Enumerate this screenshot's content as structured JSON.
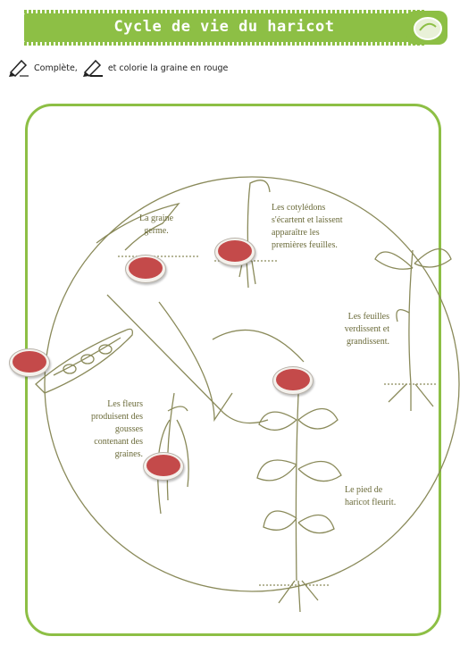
{
  "header": {
    "title": "Cycle de vie du haricot"
  },
  "instruction": {
    "text_1": "Complète,",
    "text_2": "et colorie la graine en rouge"
  },
  "stages": {
    "germination": "La graine germe.",
    "cotyledons": "Les cotylédons s'écartent et laissent apparaître les premières feuilles.",
    "leaves": "Les feuilles verdissent et grandissent.",
    "flowering": "Le pied de haricot fleurit.",
    "pods": "Les fleurs produisent des gousses contenant des graines."
  },
  "colors": {
    "accent": "#8dbf45",
    "marker": "#c44a4a",
    "line": "#8a8a5a"
  },
  "icons": [
    "pencil-icon",
    "pencil-icon",
    "bean-seed-icon"
  ]
}
